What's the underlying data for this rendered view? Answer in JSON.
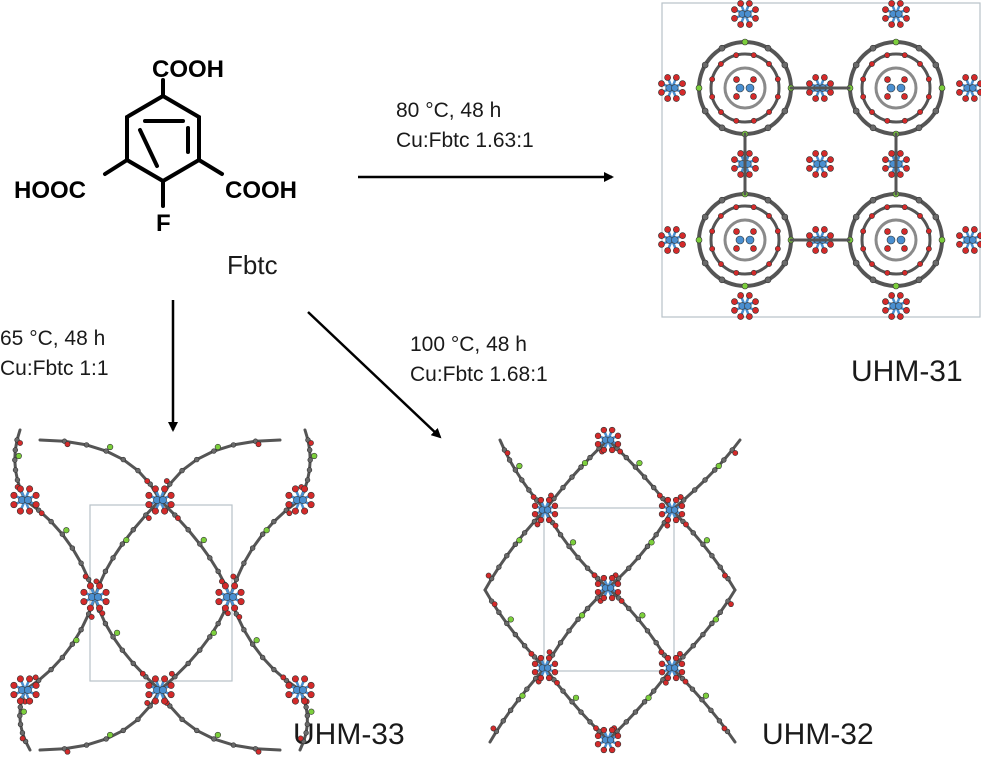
{
  "molecule": {
    "groups": {
      "top": "COOH",
      "left": "HOOC",
      "right": "COOH",
      "bottom": "F"
    },
    "name": "Fbtc"
  },
  "reactions": [
    {
      "temp": "80 °C, 48 h",
      "ratio": "Cu:Fbtc 1.63:1",
      "product": "UHM-31"
    },
    {
      "temp": "65 °C, 48 h",
      "ratio": "Cu:Fbtc 1:1",
      "product": "UHM-33"
    },
    {
      "temp": "100 °C, 48 h",
      "ratio": "Cu:Fbtc 1.68:1",
      "product": "UHM-32"
    }
  ],
  "colors": {
    "carbon": "#555555",
    "oxygen": "#d42a2a",
    "copper": "#4a8fd0",
    "fluorine": "#7ccf3c",
    "cell": "#b8c2c8",
    "arrow": "#000000"
  }
}
